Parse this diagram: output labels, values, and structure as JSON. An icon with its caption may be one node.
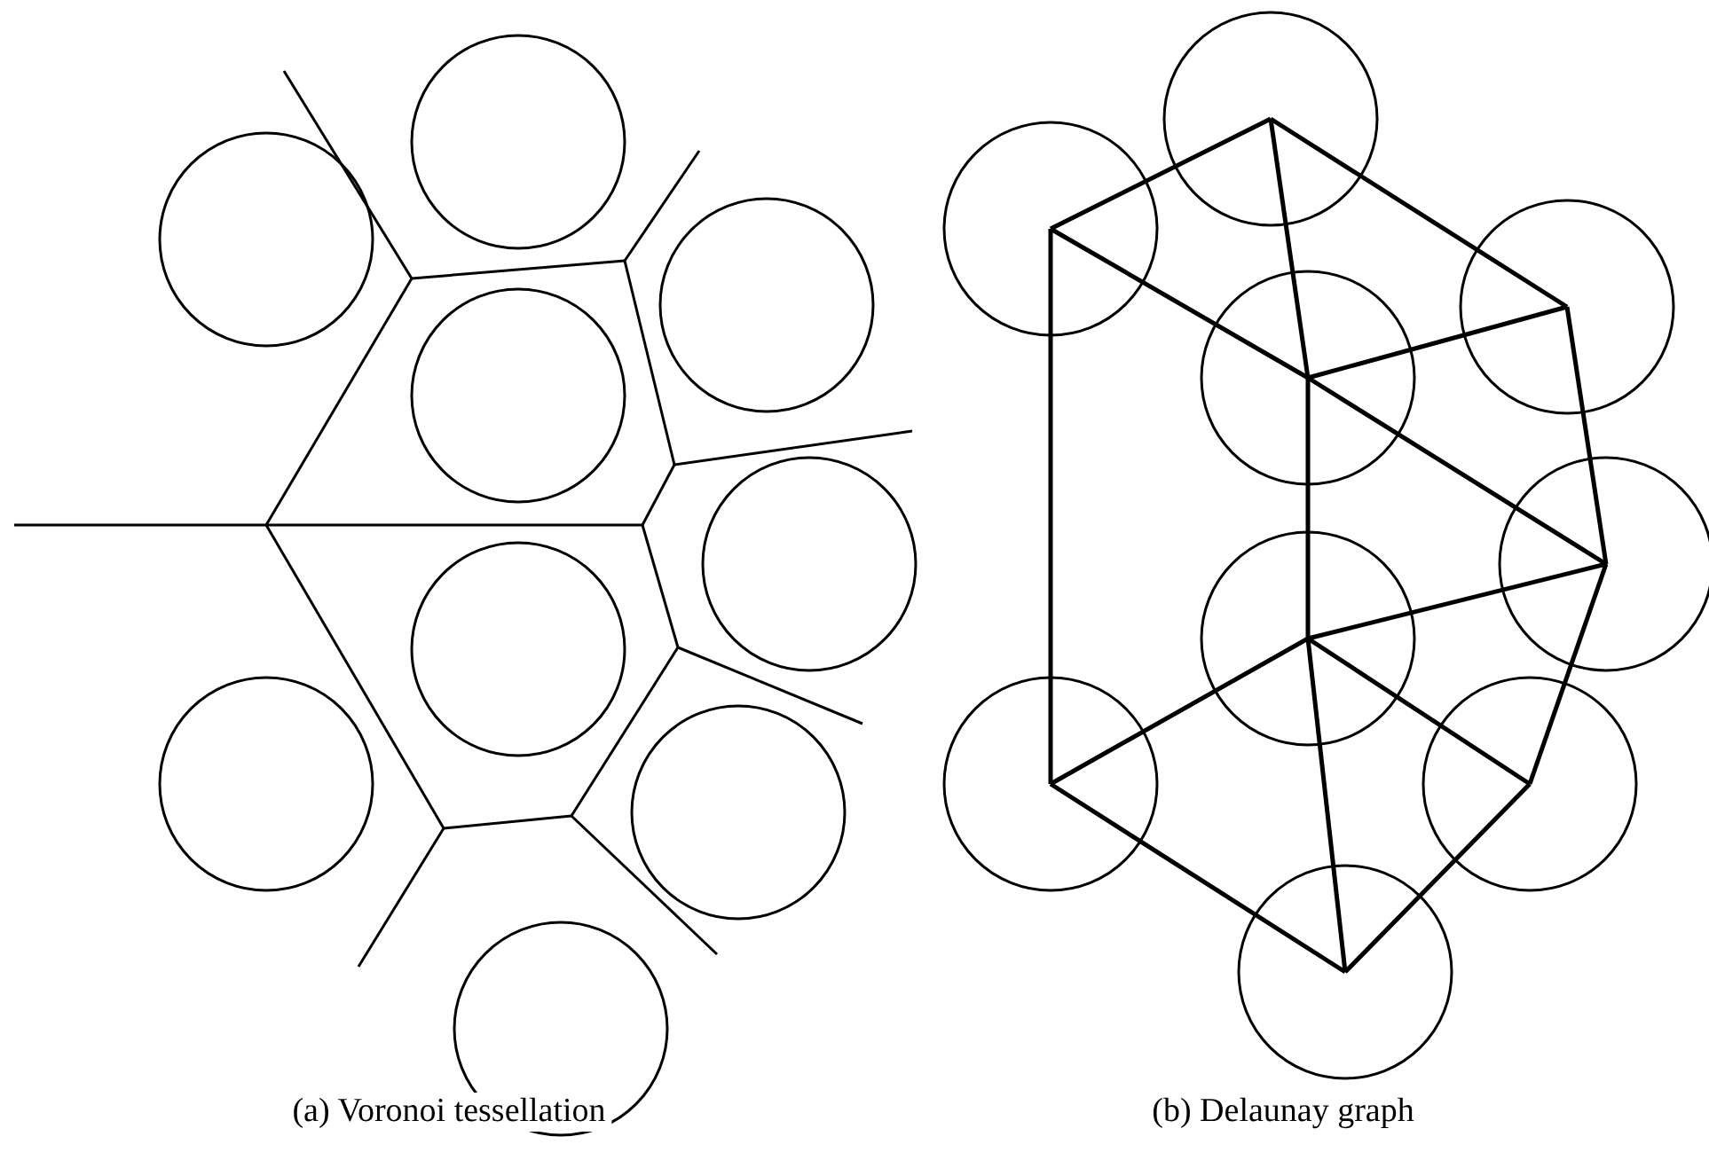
{
  "diagram": {
    "nodes": [
      {
        "text": [],
        "shape": "circle"
      },
      {
        "text": [],
        "shape": "circle"
      },
      {
        "text": [],
        "shape": "circle"
      },
      {
        "text": [],
        "shape": "circle"
      },
      {
        "text": [],
        "shape": "circle"
      },
      {
        "text": [],
        "shape": "circle"
      },
      {
        "text": [],
        "shape": "circle"
      },
      {
        "text": [],
        "shape": "circle"
      },
      {
        "text": [],
        "shape": "circle"
      }
    ],
    "edges": [
      {
        "from": 1,
        "to": 0,
        "arrow": "none"
      },
      {
        "from": 0,
        "to": 2,
        "arrow": "none"
      },
      {
        "from": 0,
        "to": 3,
        "arrow": "none"
      },
      {
        "from": 1,
        "to": 3,
        "arrow": "none"
      },
      {
        "from": 3,
        "to": 2,
        "arrow": "none"
      },
      {
        "from": 2,
        "to": 4,
        "arrow": "none"
      },
      {
        "from": 3,
        "to": 4,
        "arrow": "none"
      },
      {
        "from": 1,
        "to": 6,
        "arrow": "none"
      },
      {
        "from": 3,
        "to": 5,
        "arrow": "none"
      },
      {
        "from": 5,
        "to": 4,
        "arrow": "none"
      },
      {
        "from": 4,
        "to": 7,
        "arrow": "none"
      },
      {
        "from": 5,
        "to": 6,
        "arrow": "none"
      },
      {
        "from": 5,
        "to": 7,
        "arrow": "none"
      },
      {
        "from": 5,
        "to": 8,
        "arrow": "none"
      },
      {
        "from": 6,
        "to": 8,
        "arrow": "none"
      },
      {
        "from": 7,
        "to": 8,
        "arrow": "none"
      }
    ],
    "labels": [
      "(a) Voronoi tessellation",
      "(b) Delaunay graph"
    ]
  }
}
